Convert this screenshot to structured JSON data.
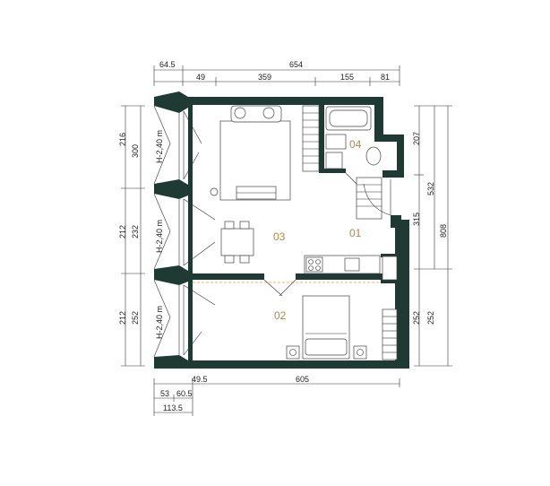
{
  "rooms": {
    "r01": "01",
    "r02": "02",
    "r03": "03",
    "r04": "04"
  },
  "top_dims": {
    "overhang": "64.5",
    "total": "654",
    "seg1": "49",
    "seg2": "359",
    "seg3": "155",
    "seg4": "81"
  },
  "bottom_dims": {
    "left": "49.5",
    "main": "605",
    "a": "53",
    "b": "60.5",
    "sum": "113.5"
  },
  "left_dims": {
    "win1_outer": "216",
    "win1_inner": "300",
    "win2_outer": "212",
    "win2_inner": "232",
    "win3_outer": "212",
    "win3_inner": "252",
    "height_label": "H-2,40 m"
  },
  "right_dims": {
    "bath": "207",
    "hall": "315",
    "upper_total": "532",
    "overall": "808",
    "lower_a": "252",
    "lower_b": "252"
  },
  "colors": {
    "wall": "#1f3a33",
    "room_label": "#b0894a",
    "dashed": "#e0a44a"
  }
}
